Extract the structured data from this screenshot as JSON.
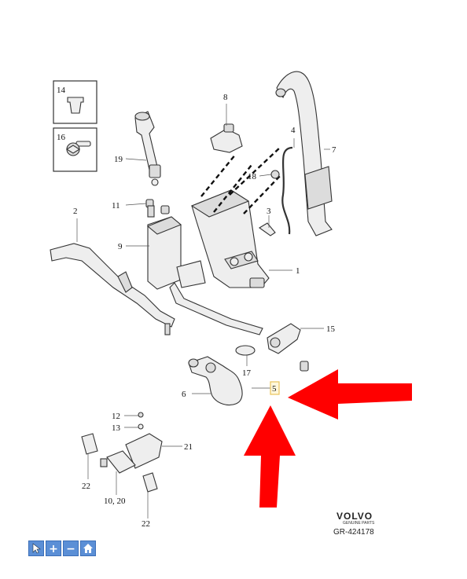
{
  "callouts": {
    "c1": "1",
    "c2": "2",
    "c3": "3",
    "c4": "4",
    "c5": "5",
    "c6": "6",
    "c7": "7",
    "c8": "8",
    "c9": "9",
    "c10_20": "10, 20",
    "c11": "11",
    "c12": "12",
    "c13": "13",
    "c14": "14",
    "c15": "15",
    "c16": "16",
    "c17": "17",
    "c18": "18",
    "c19": "19",
    "c21": "21",
    "c22a": "22",
    "c22b": "22"
  },
  "brand": {
    "name": "VOLVO",
    "subtitle": "GENUINE PARTS",
    "reference": "GR-424178"
  },
  "highlight_color": "#e8c35a",
  "arrow_color": "#ff0000",
  "toolbar": {
    "select_icon": "cursor-icon",
    "zoom_in_icon": "plus-icon",
    "zoom_out_icon": "minus-icon",
    "home_icon": "home-icon",
    "zoom_in_glyph": "+",
    "zoom_out_glyph": "−"
  }
}
